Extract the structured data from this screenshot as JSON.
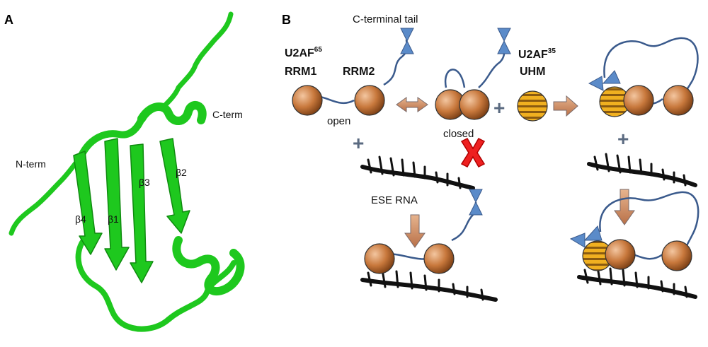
{
  "panel_a": {
    "label": "A",
    "n_term": "N-term",
    "c_term": "C-term",
    "strands": [
      "β1",
      "β2",
      "β3",
      "β4"
    ],
    "ribbon_color": "#1ec81e"
  },
  "panel_b": {
    "label": "B",
    "c_terminal_tail": "C-terminal tail",
    "u2af65_prefix": "U2AF",
    "u2af65_sup": "65",
    "rrm1": "RRM1",
    "rrm2": "RRM2",
    "u2af35_prefix": "U2AF",
    "u2af35_sup": "35",
    "uhm": "UHM",
    "open": "open",
    "closed": "closed",
    "ese_rna": "ESE RNA",
    "plus": "+",
    "domain_color": "#c8783c",
    "tail_color": "#3a5a8c",
    "arrow_color": "#c8906a"
  }
}
